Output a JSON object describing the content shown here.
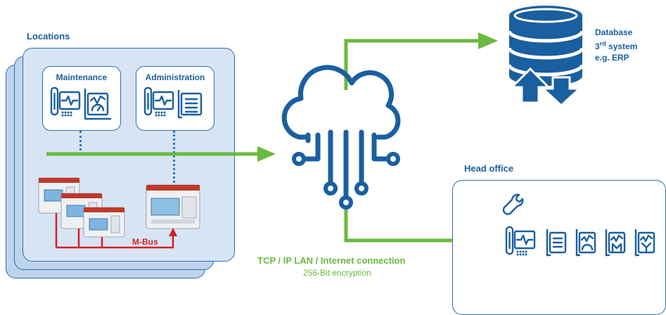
{
  "locations": {
    "title": "Locations",
    "maintenance_label": "Maintenance",
    "administration_label": "Administration",
    "bus_label": "M-Bus"
  },
  "cloud": {
    "connection_label": "TCP / IP LAN / Internet connection",
    "encryption_label": "256-Bit encryption"
  },
  "database": {
    "line1": "Database",
    "line2_prefix": "3",
    "line2_sup": "rd",
    "line2_suffix": "system",
    "line3": "e.g. ERP"
  },
  "head_office": {
    "title": "Head office"
  },
  "colors": {
    "blue": "#1a5fa0",
    "green": "#6ab93f",
    "red": "#d51f26",
    "panel_fill": "#d7e4f4"
  }
}
